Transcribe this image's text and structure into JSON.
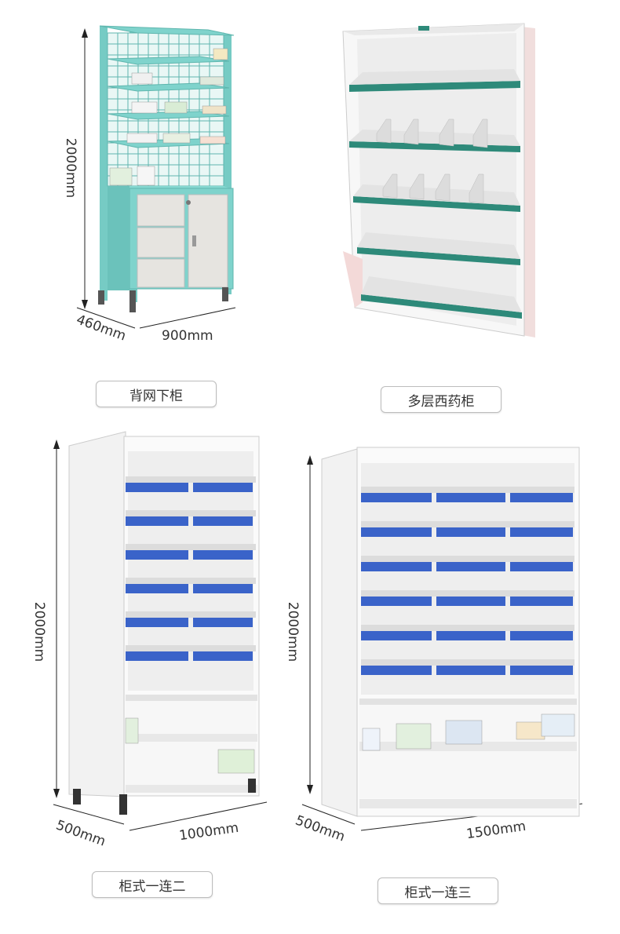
{
  "products": [
    {
      "caption": "背网下柜",
      "dims": [
        "2000mm",
        "460mm",
        "900mm"
      ]
    },
    {
      "caption": "多层西药柜",
      "dims": []
    },
    {
      "caption": "柜式一连二",
      "dims": [
        "2000mm",
        "500mm",
        "1000mm"
      ]
    },
    {
      "caption": "柜式一连三",
      "dims": [
        "2000mm",
        "500mm",
        "1500mm"
      ]
    }
  ],
  "colors": {
    "teal_cabinet": "#7fd3cc",
    "drawer_blue": "#3a63c9",
    "shelf_green": "#2e8a7a",
    "cabinet_white": "#f3f3f3"
  }
}
